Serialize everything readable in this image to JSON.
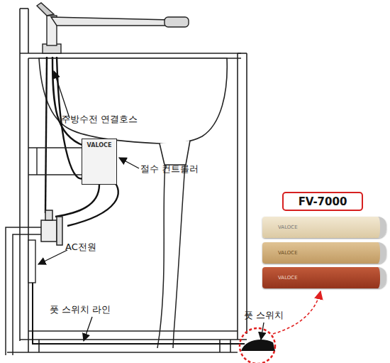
{
  "diagram": {
    "nodes": [
      {
        "text": [
          "VALOCE"
        ]
      },
      {
        "text": [
          "FV-7000"
        ]
      },
      {
        "text": [
          "VALOCE"
        ]
      },
      {
        "text": [
          "VALOCE"
        ]
      },
      {
        "text": [
          "VALOCE"
        ]
      }
    ],
    "labels": [
      "주방수전 연결호스",
      "절수 컨트롤러",
      "AC전원",
      "풋 스위치 라인",
      "풋 스위치"
    ]
  }
}
